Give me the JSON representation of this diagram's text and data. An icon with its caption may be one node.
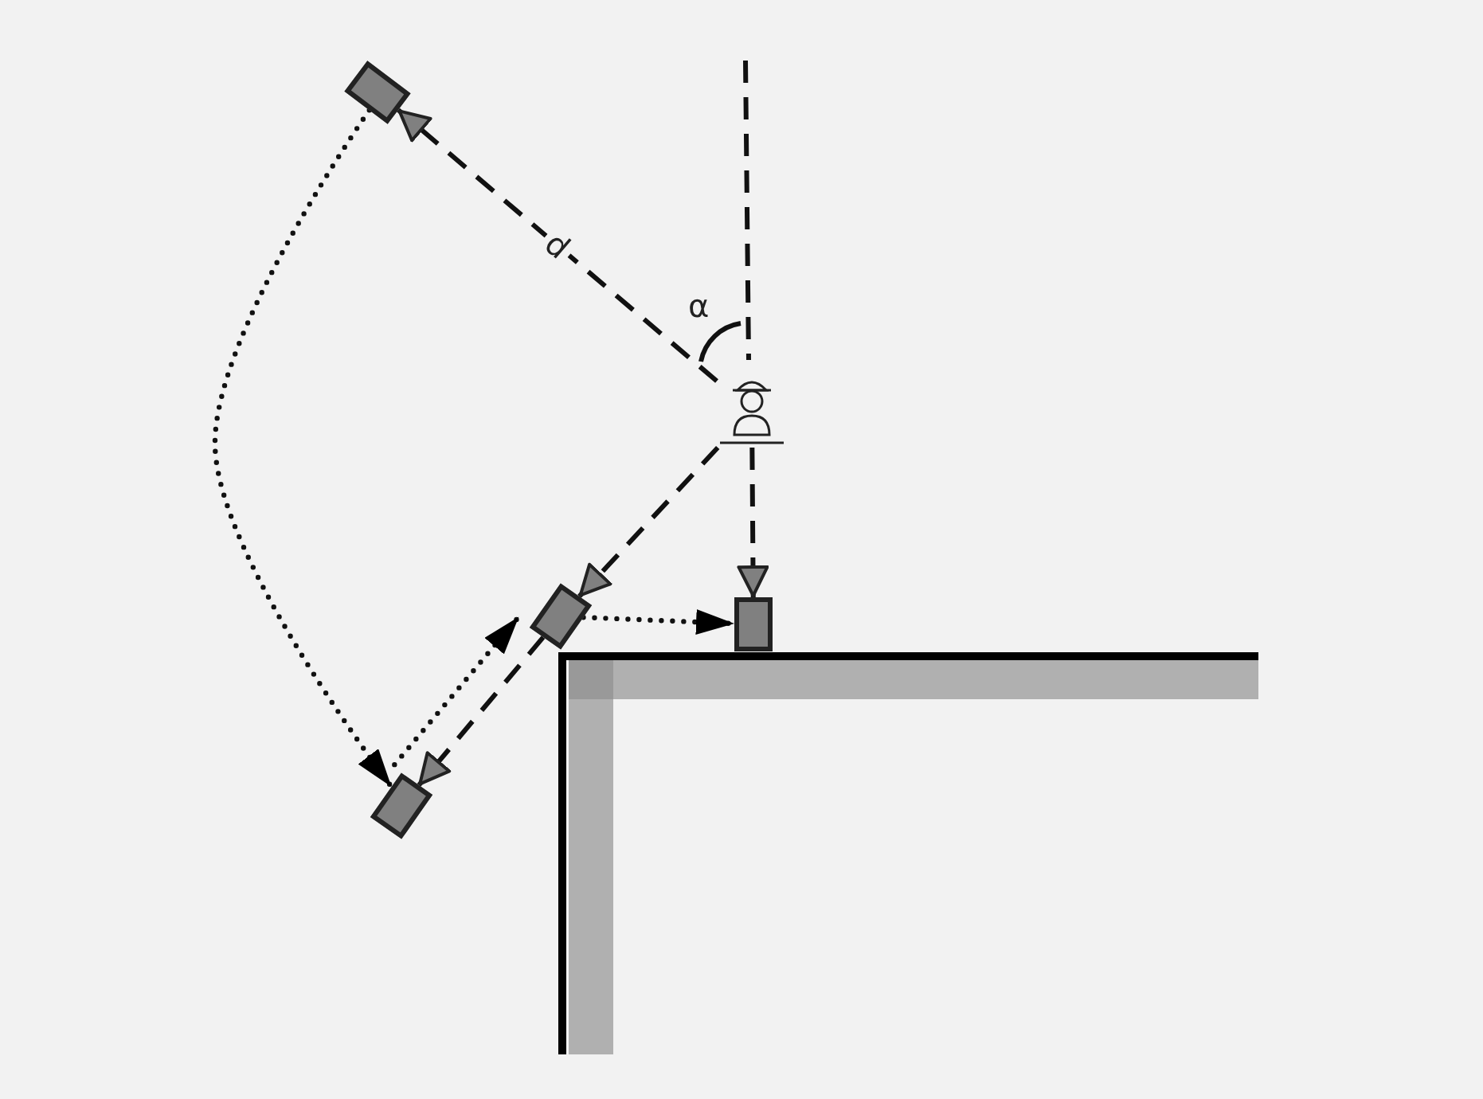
{
  "diagram": {
    "nodes": [
      {
        "text": [],
        "shape": "person"
      },
      {
        "text": [],
        "shape": "box"
      },
      {
        "text": [],
        "shape": "box"
      },
      {
        "text": [],
        "shape": "box"
      },
      {
        "text": [],
        "shape": "box"
      }
    ],
    "edges": [
      {
        "from": 0,
        "to": 1,
        "arrow": "to",
        "style": "dashed",
        "label": "d"
      },
      {
        "from": 0,
        "to": 2,
        "arrow": "to",
        "style": "dashed"
      },
      {
        "from": 0,
        "to": 4,
        "arrow": "to",
        "style": "dashed"
      },
      {
        "from": 2,
        "to": 3,
        "arrow": "to",
        "style": "dashed"
      },
      {
        "from": 3,
        "to": 2,
        "arrow": "to"
      },
      {
        "from": 2,
        "to": 4,
        "arrow": "to"
      },
      {
        "from": 1,
        "to": 3,
        "arrow": "to"
      }
    ],
    "labels": [
      "α"
    ]
  }
}
